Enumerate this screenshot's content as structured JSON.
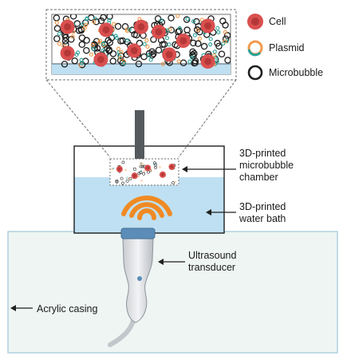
{
  "legend": {
    "items": [
      {
        "label": "Cell",
        "icon": "cell-icon"
      },
      {
        "label": "Plasmid",
        "icon": "plasmid-icon"
      },
      {
        "label": "Microbubble",
        "icon": "microbubble-icon"
      }
    ]
  },
  "labels": {
    "chamber_line1": "3D-printed",
    "chamber_line2": "microbubble",
    "chamber_line3": "chamber",
    "bath_line1": "3D-printed",
    "bath_line2": "water bath",
    "transducer_line1": "Ultrasound",
    "transducer_line2": "transducer",
    "casing": "Acrylic casing"
  },
  "colors": {
    "cell": "#d9504f",
    "cell_core": "#b53838",
    "plasmid_orange": "#f2994a",
    "plasmid_teal": "#2aa198",
    "microbubble": "#1f1f1f",
    "water": "#bfe0f2",
    "casing_fill": "#eef5f3",
    "casing_stroke": "#9fc6d8",
    "wave": "#f08a24",
    "transducer_head": "#5b8db8"
  }
}
